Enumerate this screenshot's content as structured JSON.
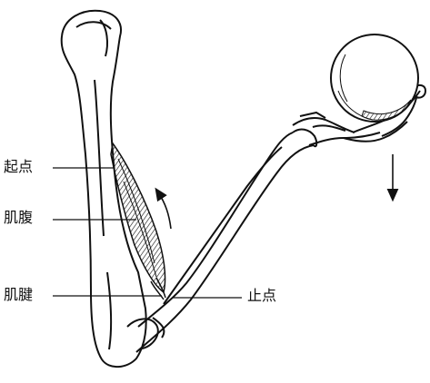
{
  "labels": {
    "origin": "起点",
    "belly": "肌腹",
    "tendon": "肌腱",
    "insertion": "止点"
  },
  "icons": {
    "humerus": "humerus-bone-drawing",
    "forearm": "forearm-bone-drawing",
    "hand": "hand-bones-drawing",
    "ball": "ball-drawing",
    "biceps": "biceps-muscle-drawing",
    "contraction_arrow": "curved-arrow-icon",
    "gravity_arrow": "down-arrow-icon"
  },
  "colors": {
    "ink": "#111111",
    "paper": "#ffffff"
  }
}
